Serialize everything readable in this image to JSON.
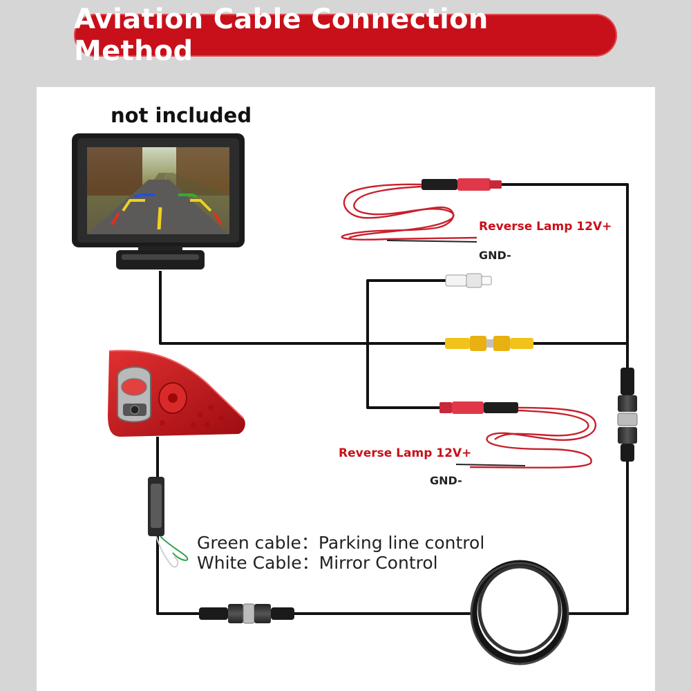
{
  "title": "Aviation Cable Connection Method",
  "monitor_note": "not included",
  "power_top": {
    "positive": "Reverse Lamp 12V+",
    "ground": "GND-"
  },
  "power_bottom": {
    "positive": "Reverse Lamp 12V+",
    "ground": "GND-"
  },
  "cable_notes": {
    "green_label": "Green cable：",
    "green_value": "Parking line control",
    "white_label": "White Cable：",
    "white_value": "Mirror Control"
  },
  "colors": {
    "banner": "#c8101a",
    "wire": "#111111",
    "power_red": "#d4203a",
    "rca_yellow": "#f2c21a",
    "camera_red": "#c5141c"
  },
  "icons": [
    "monitor-icon",
    "camera-icon",
    "rca-connector-icon",
    "aviation-connector-icon",
    "cable-coil-icon"
  ]
}
